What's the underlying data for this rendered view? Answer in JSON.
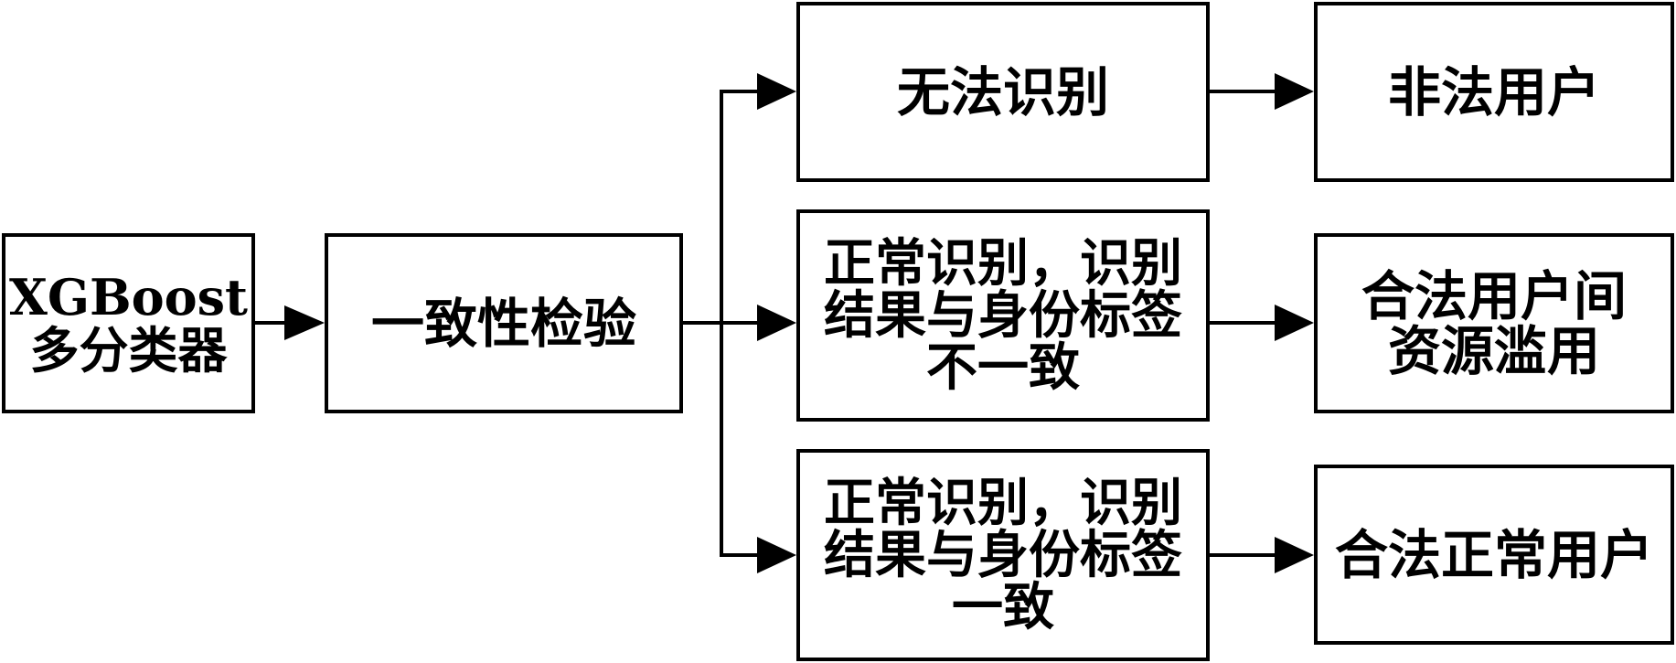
{
  "boxes": {
    "classifier": "XGBoost\n多分类器",
    "consistency_check": "一致性检验",
    "unrecognized": "无法识别",
    "recognized_mismatch": "正常识别，识别\n结果与身份标签\n不一致",
    "recognized_match": "正常识别，识别\n结果与身份标签\n一致",
    "illegal_user": "非法用户",
    "resource_abuse": "合法用户间\n资源滥用",
    "normal_user": "合法正常用户"
  },
  "colors": {
    "stroke": "#000000",
    "background": "#ffffff"
  }
}
